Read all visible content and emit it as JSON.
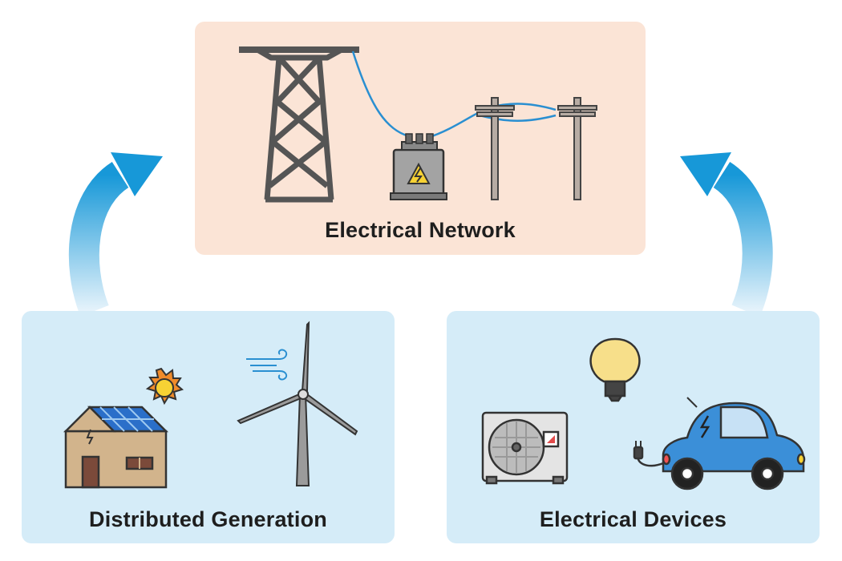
{
  "colors": {
    "network_panel": "#fbe4d6",
    "generation_panel": "#d5ecf8",
    "devices_panel": "#d5ecf8",
    "arrow": "#1798d8",
    "wire": "#2a8fd1",
    "car": "#3b8fd8",
    "tower": "#6f6f6f"
  },
  "network": {
    "label": "Electrical Network",
    "icons": [
      "transmission-tower-icon",
      "transformer-icon",
      "utility-pole-icon"
    ]
  },
  "generation": {
    "label": "Distributed Generation",
    "icons": [
      "solar-house-icon",
      "sun-icon",
      "wind-icon",
      "wind-turbine-icon"
    ]
  },
  "devices": {
    "label": "Electrical Devices",
    "icons": [
      "light-bulb-icon",
      "heat-pump-icon",
      "plug-icon",
      "electric-car-icon"
    ]
  }
}
